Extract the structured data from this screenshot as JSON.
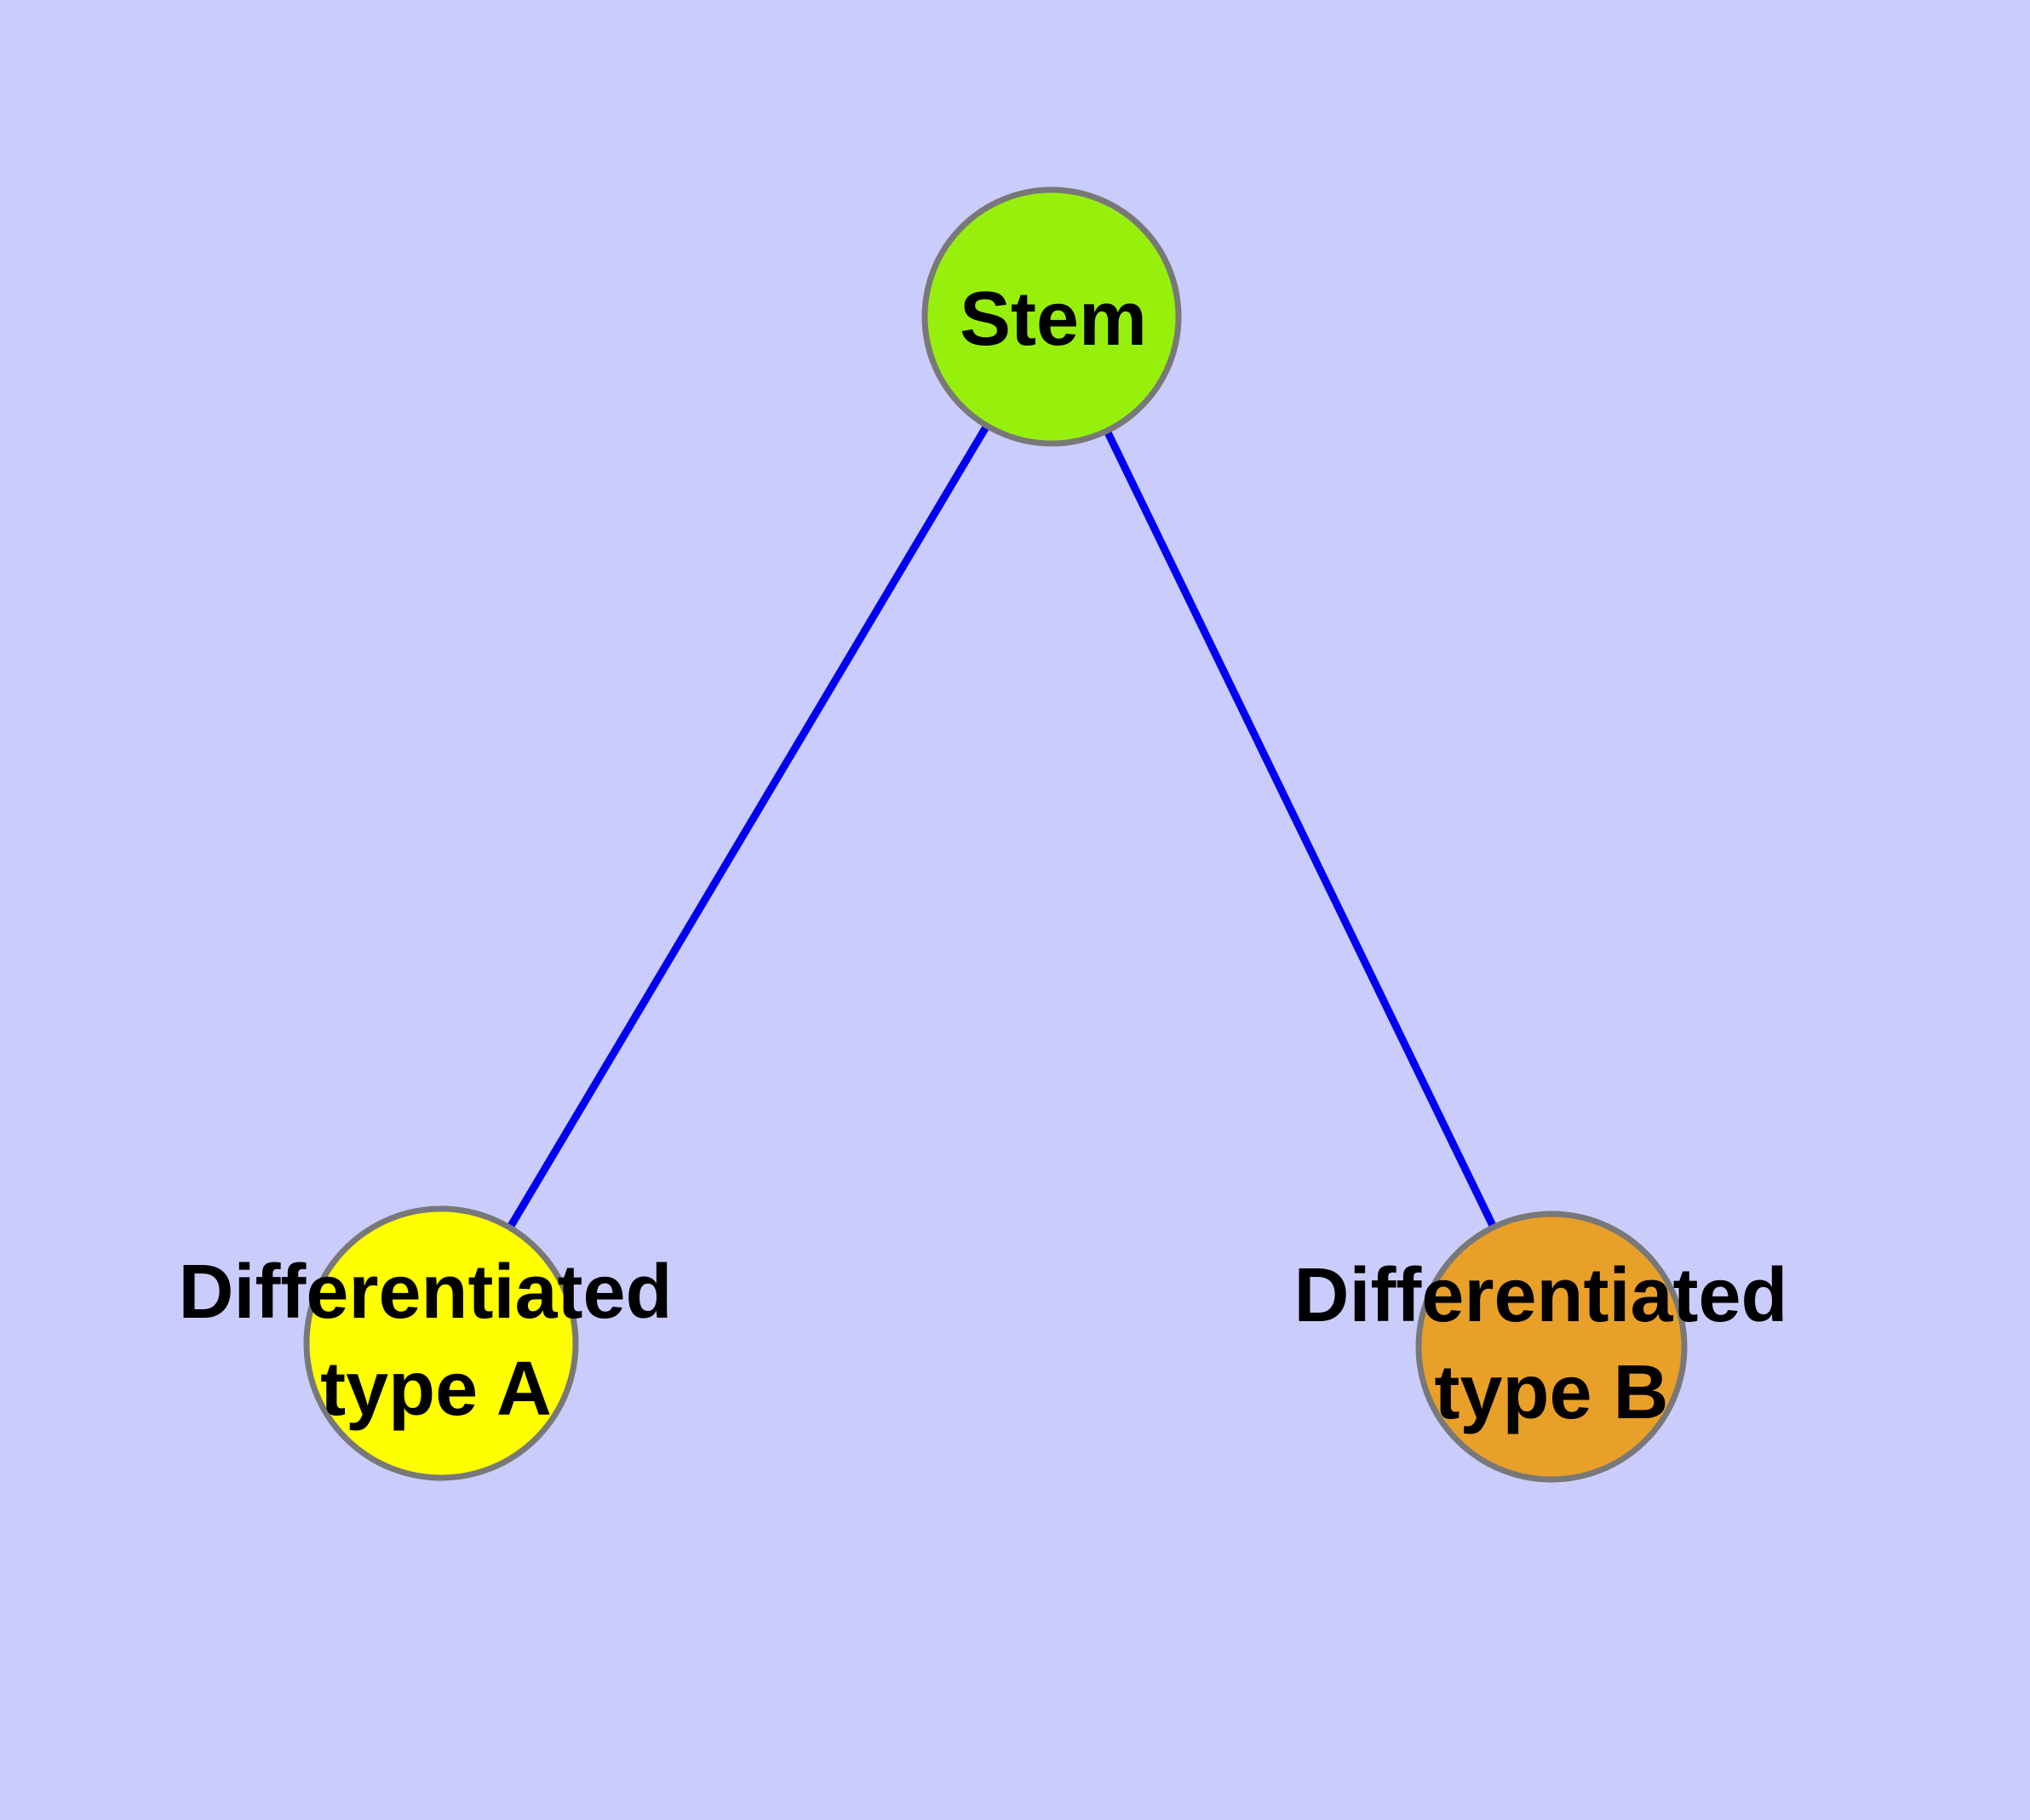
{
  "diagram": {
    "title": "",
    "background_color": "#CACDFB",
    "edge_color": "#0000F0",
    "node_border_color": "#787878",
    "label_text_color": "#000000",
    "nodes": [
      {
        "id": "stem",
        "label": "Stem",
        "color": "#97F00C"
      },
      {
        "id": "differentiated-type-a",
        "label_lines": [
          "Differentiated",
          "type A"
        ],
        "color": "#FFFF00"
      },
      {
        "id": "differentiated-type-b",
        "label_lines": [
          "Differentiated",
          "type B"
        ],
        "color": "#E9A028"
      }
    ],
    "edges": [
      {
        "from": "Stem",
        "to": "Differentiated type A"
      },
      {
        "from": "Stem",
        "to": "Differentiated type B"
      }
    ]
  }
}
